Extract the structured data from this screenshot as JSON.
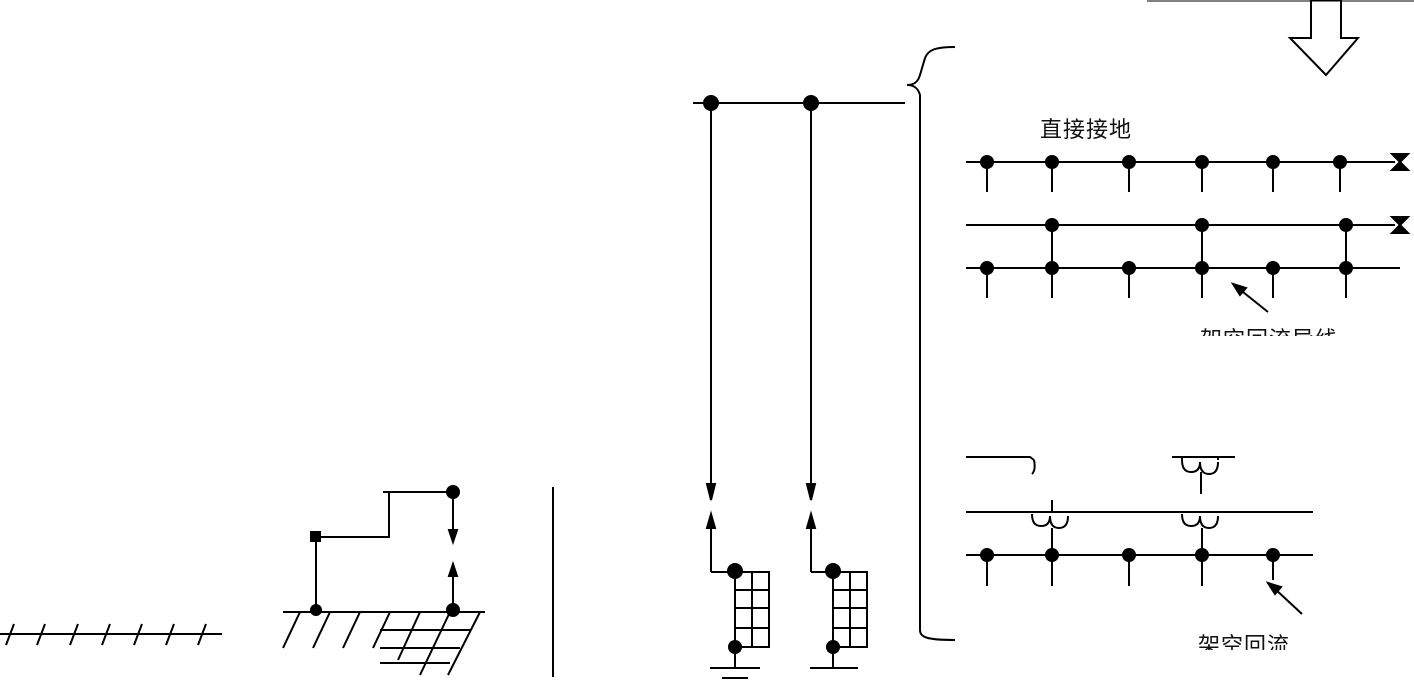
{
  "labels": {
    "direct_ground": "直接接地",
    "overhead_wire_a": "架空回流导线",
    "overhead_wire_b": "架空回流"
  },
  "colors": {
    "line": "#000000",
    "background": "#ffffff"
  },
  "icons": {
    "arrow": "down-arrow-outline",
    "brace": "left-curly-brace",
    "ground": "earth-ground-symbol",
    "transformer": "booster-transformer-coil"
  }
}
